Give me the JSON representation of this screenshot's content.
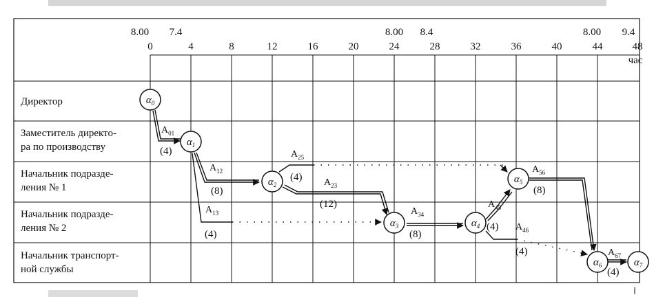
{
  "timeline": {
    "ticks": [
      "0",
      "4",
      "8",
      "12",
      "16",
      "20",
      "24",
      "28",
      "32",
      "36",
      "40",
      "44",
      "48"
    ],
    "unit": "час",
    "dates": [
      {
        "start": "8.00",
        "end": "7.4"
      },
      {
        "start": "8.00",
        "end": "8.4"
      },
      {
        "start": "8.00",
        "end": "9.4"
      }
    ]
  },
  "roles": [
    {
      "label_lines": [
        "Директор"
      ]
    },
    {
      "label_lines": [
        "Заместитель директо-",
        "ра по производству"
      ]
    },
    {
      "label_lines": [
        "Начальник подразде-",
        "ления № 1"
      ]
    },
    {
      "label_lines": [
        "Начальник подразде-",
        "ления № 2"
      ]
    },
    {
      "label_lines": [
        "Начальник транспорт-",
        "ной службы"
      ]
    }
  ],
  "nodes": [
    {
      "symbol": "α",
      "index": "0"
    },
    {
      "symbol": "α",
      "index": "1"
    },
    {
      "symbol": "α",
      "index": "2"
    },
    {
      "symbol": "α",
      "index": "3"
    },
    {
      "symbol": "α",
      "index": "4"
    },
    {
      "symbol": "α",
      "index": "5"
    },
    {
      "symbol": "α",
      "index": "6"
    },
    {
      "symbol": "α",
      "index": "7"
    }
  ],
  "activities": [
    {
      "name": "A",
      "sub": "01",
      "duration": "(4)"
    },
    {
      "name": "A",
      "sub": "12",
      "duration": "(8)"
    },
    {
      "name": "A",
      "sub": "13",
      "duration": "(4)"
    },
    {
      "name": "A",
      "sub": "25",
      "duration": "(4)"
    },
    {
      "name": "A",
      "sub": "23",
      "duration": "(12)"
    },
    {
      "name": "A",
      "sub": "34",
      "duration": "(8)"
    },
    {
      "name": "A",
      "sub": "45",
      "duration": "(4)"
    },
    {
      "name": "A",
      "sub": "46",
      "duration": "(4)"
    },
    {
      "name": "A",
      "sub": "56",
      "duration": "(8)"
    },
    {
      "name": "A",
      "sub": "67",
      "duration": "(4)"
    }
  ]
}
